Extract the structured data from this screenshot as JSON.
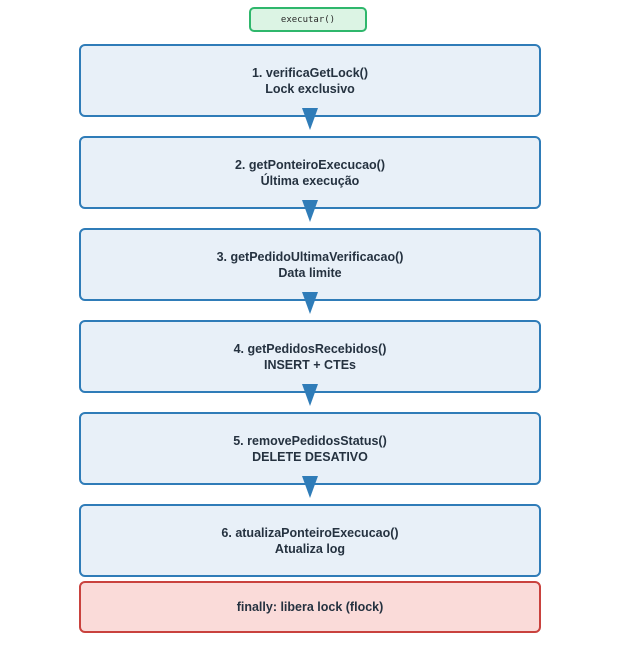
{
  "start": {
    "label": "executar()"
  },
  "steps": [
    {
      "title": "1. verificaGetLock()",
      "subtitle": "Lock exclusivo"
    },
    {
      "title": "2. getPonteiroExecucao()",
      "subtitle": "Última execução"
    },
    {
      "title": "3. getPedidoUltimaVerificacao()",
      "subtitle": "Data limite"
    },
    {
      "title": "4. getPedidosRecebidos()",
      "subtitle": "INSERT + CTEs"
    },
    {
      "title": "5. removePedidosStatus()",
      "subtitle": "DELETE DESATIVO"
    },
    {
      "title": "6. atualizaPonteiroExecucao()",
      "subtitle": "Atualiza log"
    }
  ],
  "finally": {
    "label": "finally: libera lock (flock)"
  },
  "colors": {
    "start_fill": "#dcf4e4",
    "start_border": "#2fb76c",
    "step_fill": "#e8f0f8",
    "step_border": "#2f7cb8",
    "arrow": "#2f7cb8",
    "finally_fill": "#fadbd9",
    "finally_border": "#c9423e"
  }
}
